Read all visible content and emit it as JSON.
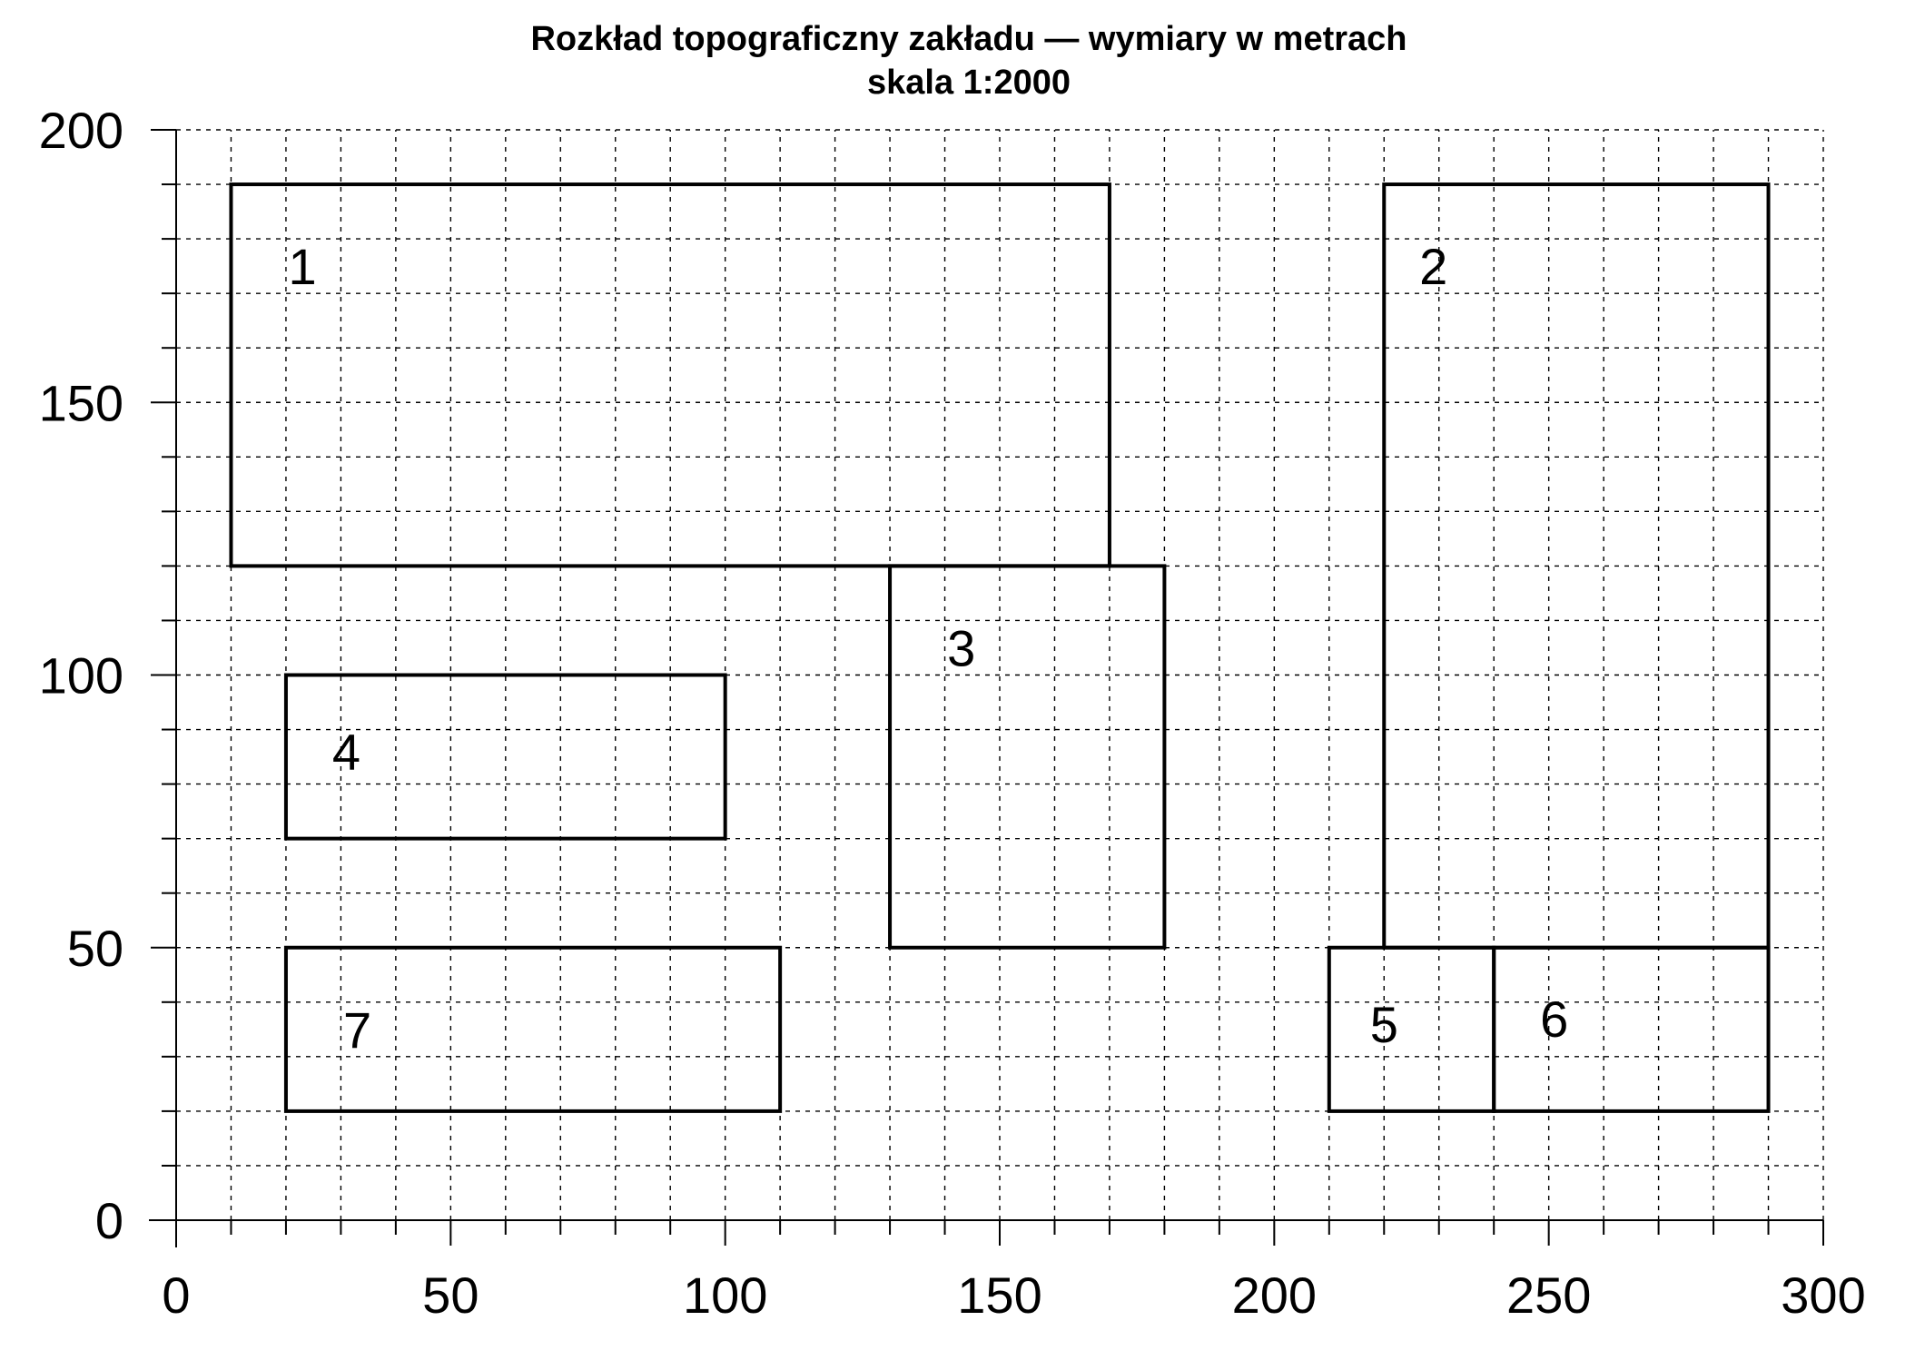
{
  "title": "Rozkład topograficzny zakładu — wymiary w metrach",
  "subtitle": "skala 1:2000",
  "axes": {
    "xlim": [
      0,
      300
    ],
    "ylim": [
      0,
      200
    ],
    "major_step": 50,
    "minor_step": 10,
    "x_ticks": [
      "0",
      "50",
      "100",
      "150",
      "200",
      "250",
      "300"
    ],
    "y_ticks": [
      "0",
      "50",
      "100",
      "150",
      "200"
    ],
    "grid": true,
    "grid_style": "dotted"
  },
  "buildings": [
    {
      "id": "1",
      "x": [
        10,
        170
      ],
      "y": [
        120,
        190
      ],
      "label_at": [
        23,
        175
      ]
    },
    {
      "id": "2",
      "x": [
        220,
        290
      ],
      "y": [
        50,
        190
      ],
      "label_at": [
        229,
        175
      ]
    },
    {
      "id": "3",
      "x": [
        130,
        180
      ],
      "y": [
        50,
        120
      ],
      "label_at": [
        143,
        105
      ]
    },
    {
      "id": "4",
      "x": [
        20,
        100
      ],
      "y": [
        70,
        100
      ],
      "label_at": [
        31,
        86
      ]
    },
    {
      "id": "5",
      "x": [
        210,
        240
      ],
      "y": [
        20,
        50
      ],
      "label_at": [
        220,
        36
      ]
    },
    {
      "id": "6",
      "x": [
        240,
        290
      ],
      "y": [
        20,
        50
      ],
      "label_at": [
        251,
        37
      ]
    },
    {
      "id": "7",
      "x": [
        20,
        110
      ],
      "y": [
        20,
        50
      ],
      "label_at": [
        33,
        35
      ]
    }
  ]
}
